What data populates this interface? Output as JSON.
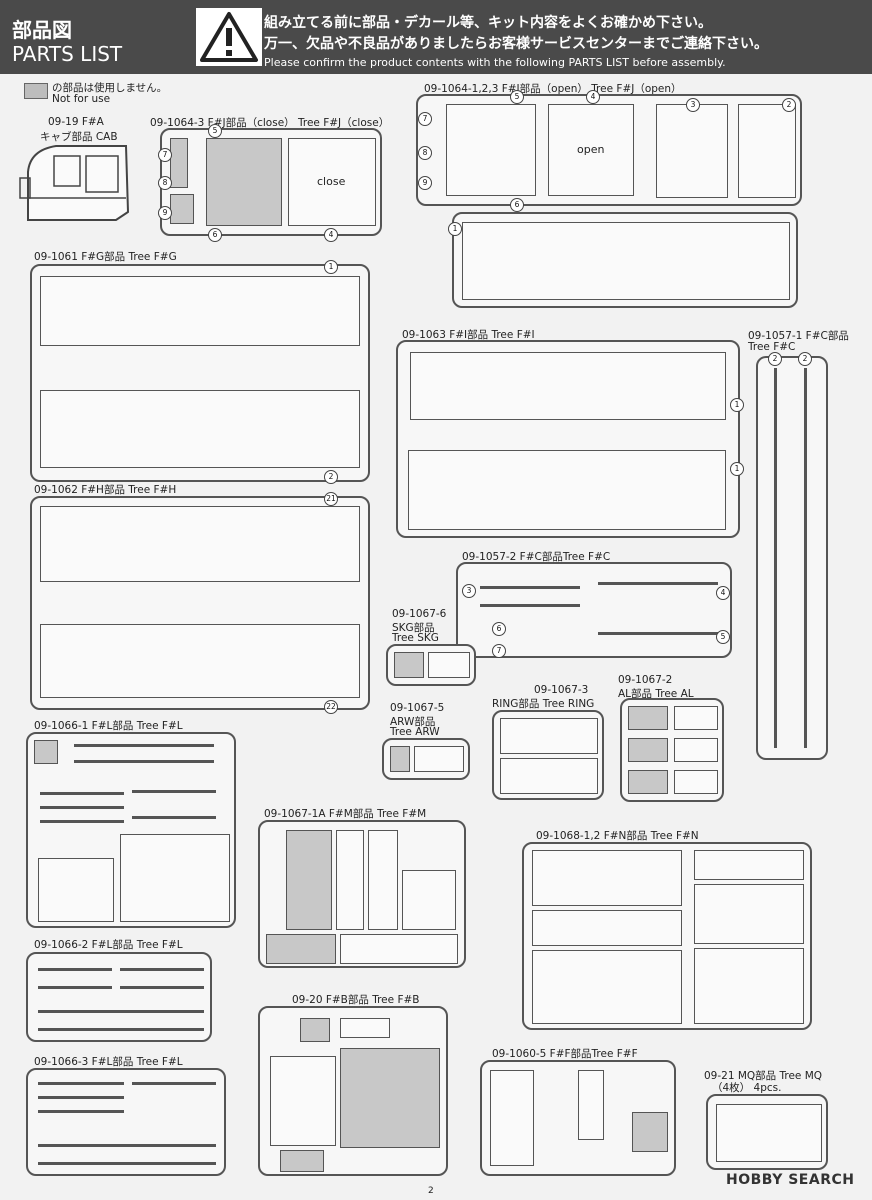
{
  "header": {
    "title_jp": "部品図",
    "title_en": "PARTS LIST",
    "notice_jp_1": "組み立てる前に部品・デカール等、キット内容をよくお確かめ下さい。",
    "notice_jp_2": "万一、欠品や不良品がありましたらお客様サービスセンターまでご連絡下さい。",
    "notice_en": "Please confirm the product contents with the following PARTS LIST before assembly."
  },
  "legend": {
    "jp": "の部品は使用しません。",
    "en": "Not for use"
  },
  "trees": {
    "cab": {
      "code": "09-19 F#A",
      "name": "キャブ部品 CAB"
    },
    "j_close": {
      "label": "09-1064-3 F#J部品（close） Tree F#J（close）",
      "inner": "close"
    },
    "j_open": {
      "label": "09-1064-1,2,3 F#J部品（open） Tree F#J（open）",
      "inner": "open"
    },
    "g": {
      "label": "09-1061 F#G部品 Tree F#G"
    },
    "i": {
      "label": "09-1063 F#I部品 Tree F#I"
    },
    "c1": {
      "code": "09-1057-1 F#C部品",
      "tree": "Tree F#C"
    },
    "h": {
      "label": "09-1062 F#H部品 Tree F#H"
    },
    "c2": {
      "label": "09-1057-2 F#C部品Tree F#C"
    },
    "skg": {
      "code": "09-1067-6",
      "name": "SKG部品",
      "tree": "Tree SKG"
    },
    "al": {
      "code": "09-1067-2",
      "name": "AL部品 Tree AL"
    },
    "ring": {
      "code": "09-1067-3",
      "name": "RING部品 Tree RING"
    },
    "arw": {
      "code": "09-1067-5",
      "name": "ARW部品",
      "tree": "Tree ARW"
    },
    "l1": {
      "label": "09-1066-1 F#L部品 Tree F#L"
    },
    "m": {
      "label": "09-1067-1A F#M部品 Tree F#M"
    },
    "n": {
      "label": "09-1068-1,2 F#N部品 Tree F#N"
    },
    "l2": {
      "label": "09-1066-2 F#L部品 Tree F#L"
    },
    "b": {
      "label": "09-20 F#B部品 Tree F#B"
    },
    "l3": {
      "label": "09-1066-3 F#L部品 Tree F#L"
    },
    "f": {
      "label": "09-1060-5 F#F部品Tree F#F"
    },
    "mq": {
      "label": "09-21 MQ部品 Tree MQ",
      "qty": "（4枚） 4pcs."
    }
  },
  "footer": {
    "page": "2",
    "logo": "HOBBY SEARCH"
  }
}
